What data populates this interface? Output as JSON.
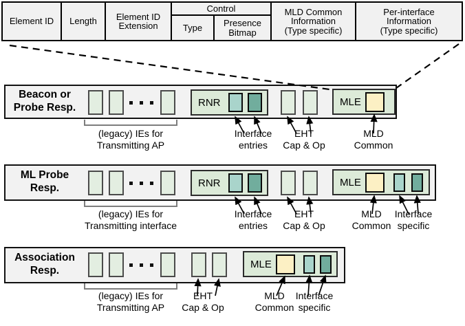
{
  "header_table": {
    "element_id": "Element ID",
    "length": "Length",
    "element_id_extension": [
      "Element ID",
      "Extension"
    ],
    "control": "Control",
    "type": "Type",
    "presence_bitmap": [
      "Presence",
      "Bitmap"
    ],
    "mld_common_info": [
      "MLD Common",
      "Information",
      "(Type specific)"
    ],
    "per_interface_info": [
      "Per-interface",
      "Information",
      "(Type specific)"
    ]
  },
  "frames": {
    "beacon": {
      "title_lines": [
        "Beacon or",
        "Probe Resp."
      ],
      "rnr_label": "RNR",
      "mle_label": "MLE",
      "annotations": {
        "legacy": [
          "(legacy) IEs for",
          "Transmitting AP"
        ],
        "interface_entries": [
          "Interface",
          "entries"
        ],
        "eht": [
          "EHT",
          "Cap & Op"
        ],
        "mld_common": [
          "MLD",
          "Common"
        ]
      }
    },
    "ml_probe": {
      "title_lines": [
        "ML",
        "Probe Resp."
      ],
      "rnr_label": "RNR",
      "mle_label": "MLE",
      "annotations": {
        "legacy": [
          "(legacy) IEs for",
          "Transmitting interface"
        ],
        "interface_entries": [
          "Interface",
          "entries"
        ],
        "eht": [
          "EHT",
          "Cap & Op"
        ],
        "mld_common": [
          "MLD",
          "Common"
        ],
        "interface_specific": [
          "Interface",
          "specific"
        ]
      }
    },
    "assoc": {
      "title_lines": [
        "Association",
        "Resp."
      ],
      "mle_label": "MLE",
      "annotations": {
        "legacy": [
          "(legacy) IEs for",
          "Transmitting AP"
        ],
        "eht": [
          "EHT",
          "Cap & Op"
        ],
        "mld_common": [
          "MLD",
          "Common"
        ],
        "interface_specific": [
          "Interface",
          "specific"
        ]
      }
    }
  },
  "colors": {
    "frame_bg": "#f2f2f2",
    "table_cell_bg": "#f1f1f1",
    "legacy_box_green": "#e3eee1",
    "container_green": "#dcead8",
    "interface_chip_light": "#a9d4cb",
    "interface_chip_dark": "#71ad9d",
    "mld_chip_yellow": "#fcf0c4"
  }
}
